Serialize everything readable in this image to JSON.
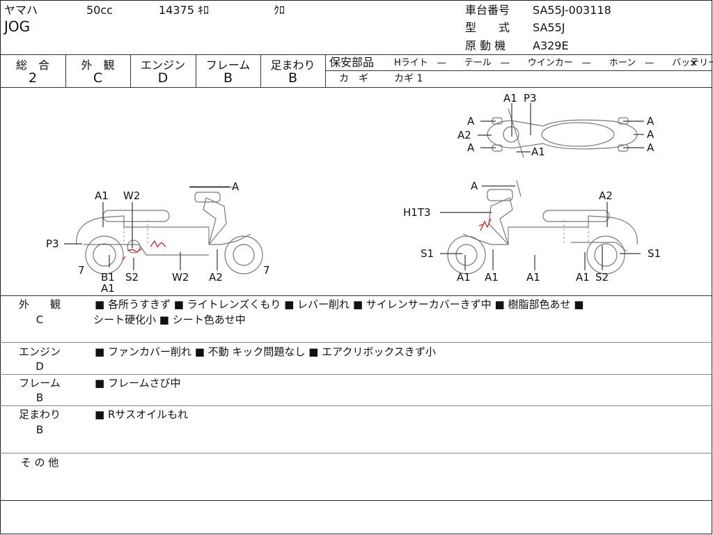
{
  "header": {
    "maker": "ヤマハ",
    "displacement": "50cc",
    "mileage": "14375 ｷﾛ",
    "color": "ｸﾛ",
    "model_name": "JOG",
    "frame_no_label": "車台番号",
    "frame_no": "SA55J-003118",
    "type_label": "型　　式",
    "type": "SA55J",
    "engine_label": "原 動 機",
    "engine": "A329E"
  },
  "grades": {
    "headers": [
      "総　合",
      "外　観",
      "エンジン",
      "フレーム",
      "足まわり"
    ],
    "values": [
      "2",
      "C",
      "D",
      "B",
      "B"
    ]
  },
  "safety": {
    "label": "保安部品",
    "items": "Hライト　—　　テール　—　　ウインカー　—　　ホーン　—　　バッテリー",
    "battery_mark": "×",
    "key_label": "カ　ギ",
    "key_value": "カギ 1"
  },
  "diagram_labels": {
    "left": [
      "A1",
      "W2",
      "A",
      "P3",
      "7",
      "B1",
      "A1",
      "S2",
      "W2",
      "A2",
      "7"
    ],
    "right": [
      "A",
      "A2",
      "H1T3",
      "S1",
      "S1",
      "A1",
      "A1",
      "A1",
      "A1",
      "S2"
    ],
    "top": [
      "A1",
      "P3",
      "A",
      "A2",
      "A",
      "A1",
      "A",
      "A",
      "A"
    ]
  },
  "notes": [
    {
      "category": "外　　観",
      "grade": "C",
      "lines": [
        "■ 各所うすきず ■ ライトレンズくもり ■ レバー削れ ■ サイレンサーカバーきず中 ■ 樹脂部色あせ ■",
        "シート硬化小 ■ シート色あせ中"
      ]
    },
    {
      "category": "エンジン",
      "grade": "D",
      "lines": [
        "■ ファンカバー削れ ■ 不動 キック問題なし ■ エアクリボックスきず小"
      ]
    },
    {
      "category": "フレーム",
      "grade": "B",
      "lines": [
        "■ フレームさび中"
      ]
    },
    {
      "category": "足まわり",
      "grade": "B",
      "lines": [
        "■ Rサスオイルもれ"
      ]
    },
    {
      "category": "そ の 他",
      "grade": "",
      "lines": []
    }
  ],
  "colors": {
    "border": "#333333",
    "damage_mark": "#d42020"
  }
}
